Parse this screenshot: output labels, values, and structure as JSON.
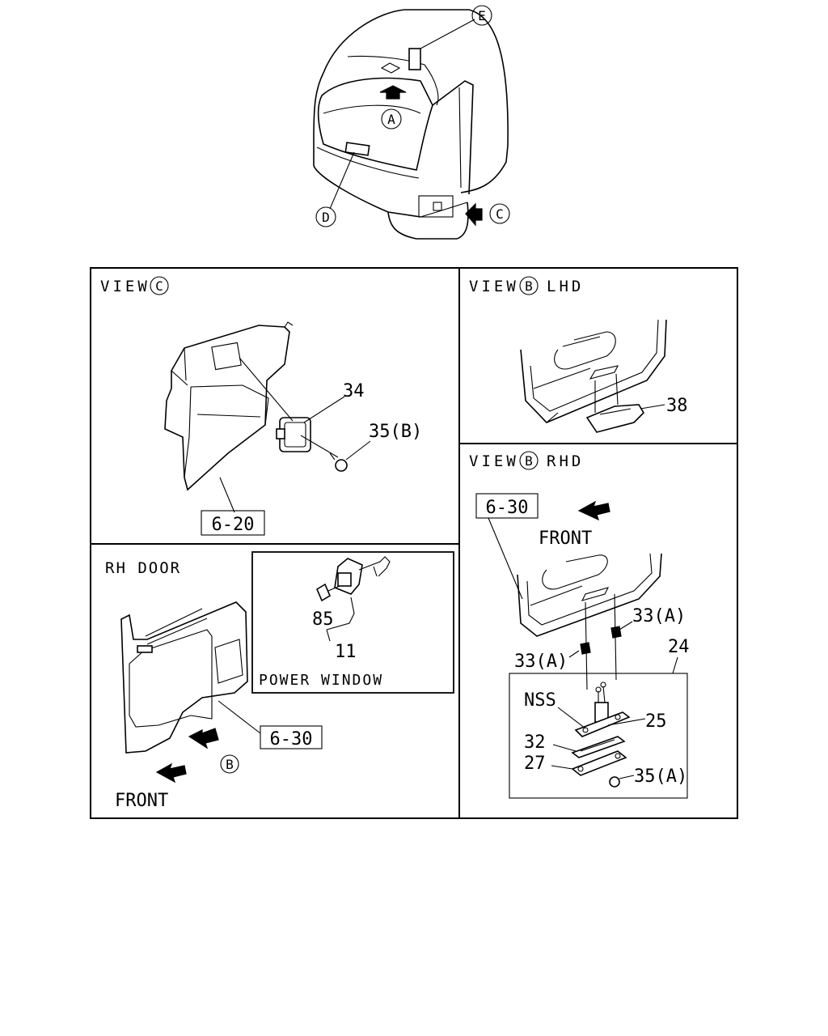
{
  "overview": {
    "markers": {
      "A": "A",
      "C": "C",
      "D": "D",
      "E": "E"
    }
  },
  "panels": {
    "view_c": {
      "title": "VIEW",
      "marker": "C",
      "part_34": "34",
      "part_35b": "35(B)",
      "ref": "6-20"
    },
    "view_b_lhd": {
      "title": "VIEW",
      "marker": "B",
      "suffix": "LHD",
      "part_38": "38"
    },
    "view_b_rhd": {
      "title": "VIEW",
      "marker": "B",
      "suffix": "RHD",
      "ref": "6-30",
      "front": "FRONT",
      "part_33a_1": "33(A)",
      "part_33a_2": "33(A)",
      "part_24": "24",
      "nss": "NSS",
      "part_25": "25",
      "part_32": "32",
      "part_27": "27",
      "part_35a": "35(A)"
    },
    "rh_door": {
      "title": "RH DOOR",
      "ref": "6-30",
      "marker": "B",
      "front": "FRONT"
    },
    "power_window": {
      "part_85": "85",
      "part_11": "11",
      "caption": "POWER WINDOW"
    }
  }
}
